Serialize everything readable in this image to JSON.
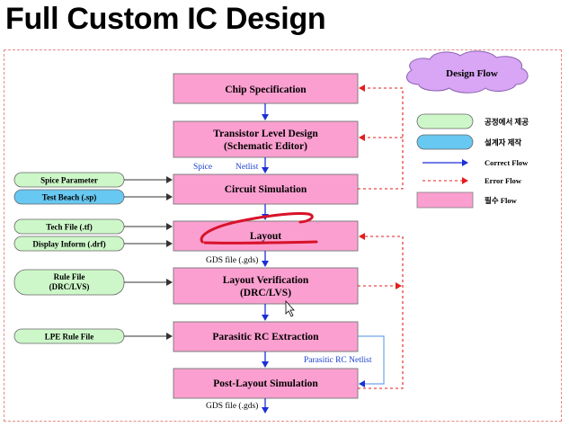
{
  "title": "Full Custom IC Design",
  "cloud_label": "Design Flow",
  "nodes": {
    "chip_spec": "Chip Specification",
    "transistor_line1": "Transistor Level Design",
    "transistor_line2": "(Schematic Editor)",
    "circuit_sim": "Circuit Simulation",
    "layout": "Layout",
    "verification_line1": "Layout Verification",
    "verification_line2": "(DRC/LVS)",
    "parasitic": "Parasitic RC Extraction",
    "post_layout": "Post-Layout Simulation"
  },
  "inputs": {
    "spice_parameter": "Spice Parameter",
    "test_bench": "Test Beach (.sp)",
    "tech_file": "Tech File (.tf)",
    "display_inform": "Display Inform (.drf)",
    "rule_file_line1": "Rule File",
    "rule_file_line2": "(DRC/LVS)",
    "lpe_rule_file": "LPE Rule File"
  },
  "labels": {
    "spice": "Spice",
    "netlist": "Netlist",
    "gds_1": "GDS file (.gds)",
    "parasitic_netlist": "Parasitic    RC    Netlist",
    "gds_2": "GDS file (.gds)"
  },
  "legend": {
    "green": "공정에서 제공",
    "blue": "설계자 제작",
    "correct": "Correct Flow",
    "error": "Error Flow",
    "pink": "필수 Flow"
  },
  "colors": {
    "node_fill": "#fb9fd0",
    "node_stroke": "#7f7f7f",
    "green_fill": "#cdf7c9",
    "blue_fill": "#67c8f1",
    "cloud_fill": "#d8a6f5",
    "correct_arrow": "#1c2fd6",
    "error_arrow": "#e31e1e",
    "input_arrow": "#333333",
    "annotation": "#d81229"
  }
}
